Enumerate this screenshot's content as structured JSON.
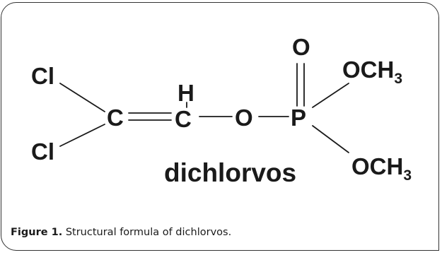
{
  "molecule": {
    "atoms": {
      "cl_top": "Cl",
      "cl_bottom": "Cl",
      "c1": "C",
      "c2": "C",
      "h": "H",
      "o_ester": "O",
      "p": "P",
      "o_double": "O",
      "ome_top": "OCH",
      "ome_top_sub": "3",
      "ome_bottom": "OCH",
      "ome_bottom_sub": "3"
    },
    "name": "dichlorvos"
  },
  "caption": {
    "label": "Figure 1.",
    "text": " Structural formula of dichlorvos."
  }
}
